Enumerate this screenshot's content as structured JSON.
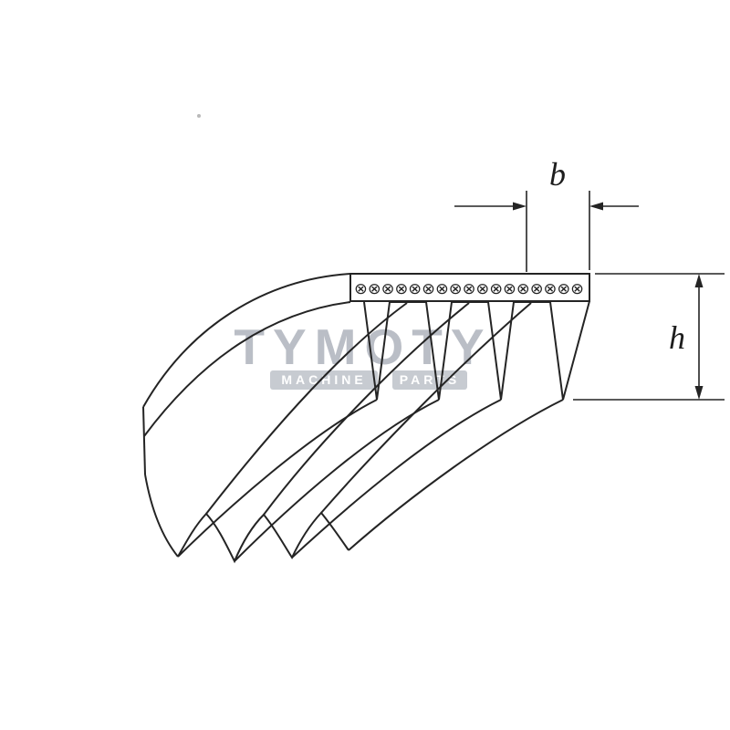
{
  "watermark": {
    "brand": "TYMOTY",
    "word1": "MACHINE",
    "word2": "PARTS"
  },
  "dimensions": {
    "b_label": "b",
    "h_label": "h"
  },
  "hatch": {
    "glyphs": "⊗⊗⊗⊗⊗⊗⊗⊗⊗⊗⊗⊗⊗⊗⊗⊗⊗"
  },
  "colors": {
    "line": "#242424",
    "watermark_text": "#b7bbc3",
    "chip": "#c4c8cf",
    "chip_text": "#ffffff",
    "background": "#ffffff"
  }
}
